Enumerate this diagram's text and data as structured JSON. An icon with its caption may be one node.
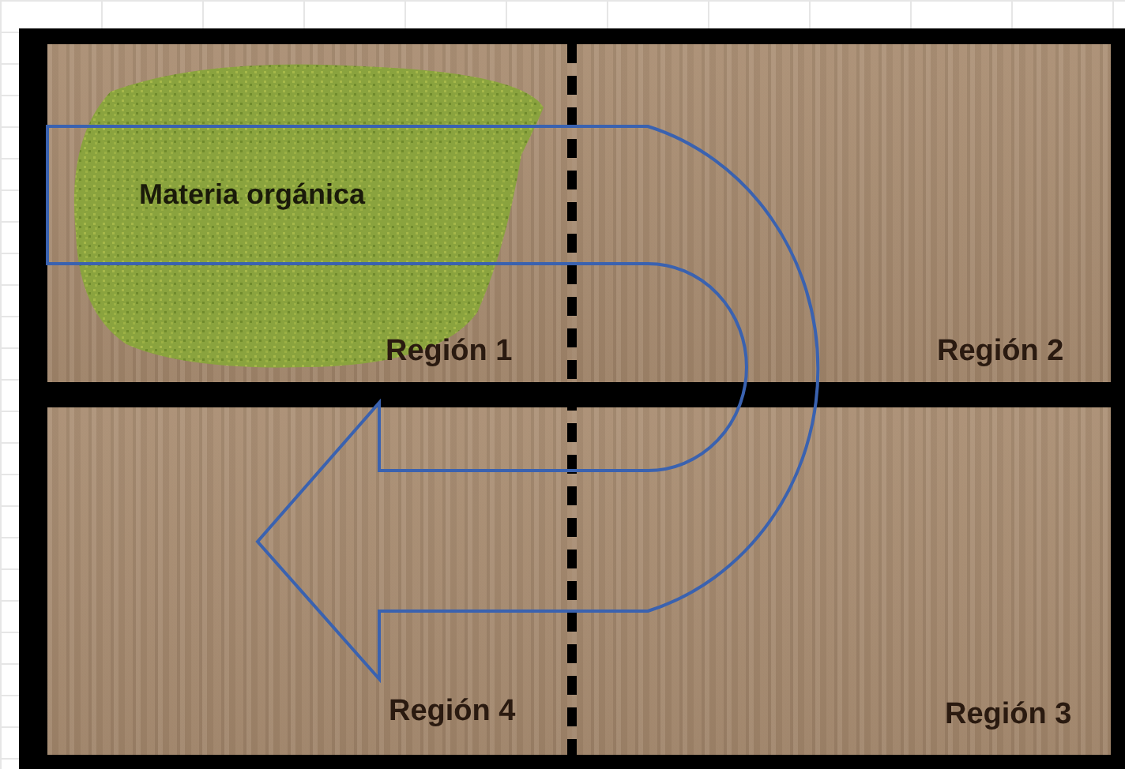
{
  "diagram": {
    "nodes": [
      {
        "text": [
          "Región 1"
        ]
      },
      {
        "text": [
          "Materia orgánica"
        ],
        "in": 0
      },
      {
        "text": [
          "Región 2"
        ]
      },
      {
        "text": [
          "Región 4"
        ]
      },
      {
        "text": [
          "Región 3"
        ]
      }
    ],
    "edges": []
  }
}
